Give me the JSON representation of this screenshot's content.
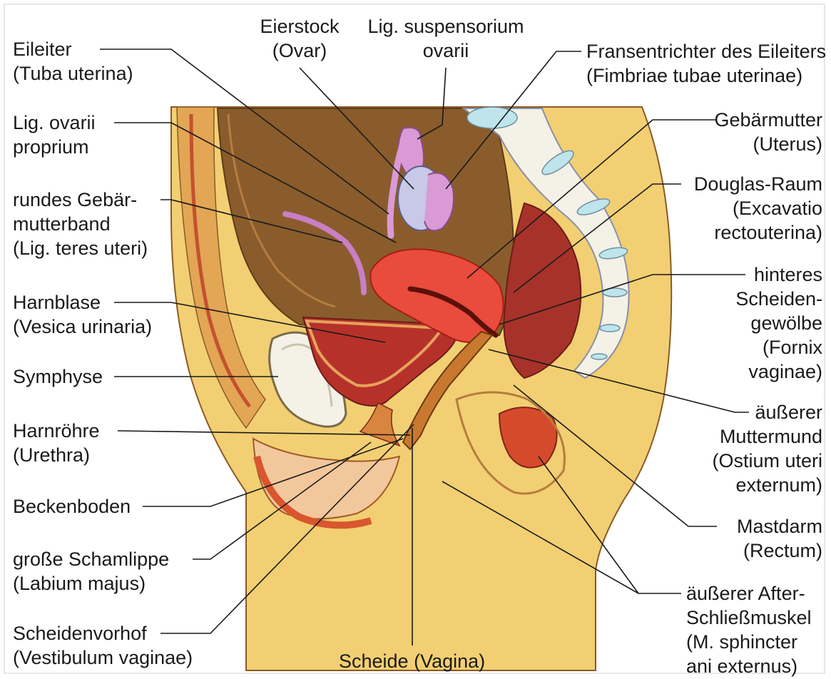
{
  "colors": {
    "skin": "#f2cf72",
    "skin_dark": "#d9a43f",
    "peritoneum": "#a86c35",
    "cavity": "#7e5428",
    "uterus": "#e94b3c",
    "bladder": "#b7312b",
    "rectum": "#a7322a",
    "bone": "#f4f1e6",
    "ovary": "#c8c8e8",
    "tube": "#d99ad6",
    "line": "#1a1a1a"
  },
  "labels": {
    "eileiter": [
      "Eileiter",
      "(Tuba uterina)"
    ],
    "lig_ovarii": [
      "Lig. ovarii",
      "proprium"
    ],
    "rundes": [
      "rundes Gebär-",
      "mutterband",
      "(Lig. teres uteri)"
    ],
    "harnblase": [
      "Harnblase",
      "(Vesica urinaria)"
    ],
    "symphyse": [
      "Symphyse"
    ],
    "harnroehre": [
      "Harnröhre",
      "(Urethra)"
    ],
    "beckenboden": [
      "Beckenboden"
    ],
    "schamlippe": [
      "große Schamlippe",
      "(Labium majus)"
    ],
    "vorhof": [
      "Scheidenvorhof",
      "(Vestibulum vaginae)"
    ],
    "eierstock": [
      "Eierstock",
      "(Ovar)"
    ],
    "lig_susp": [
      "Lig. suspensorium",
      "ovarii"
    ],
    "fransen": [
      "Fransentrichter des Eileiters",
      "(Fimbriae tubae uterinae)"
    ],
    "uterus": [
      "Gebärmutter",
      "(Uterus)"
    ],
    "douglas": [
      "Douglas-Raum",
      "(Excavatio",
      "rectouterina)"
    ],
    "fornix": [
      "hinteres",
      "Scheiden-",
      "gewölbe",
      "(Fornix",
      "vaginae)"
    ],
    "muttermund": [
      "äußerer",
      "Muttermund",
      "(Ostium uteri",
      "externum)"
    ],
    "mastdarm": [
      "Mastdarm",
      "(Rectum)"
    ],
    "sphincter": [
      "äußerer After-",
      "Schließmuskel",
      "(M. sphincter",
      "ani externus)"
    ],
    "scheide": [
      "Scheide (Vagina)"
    ]
  }
}
